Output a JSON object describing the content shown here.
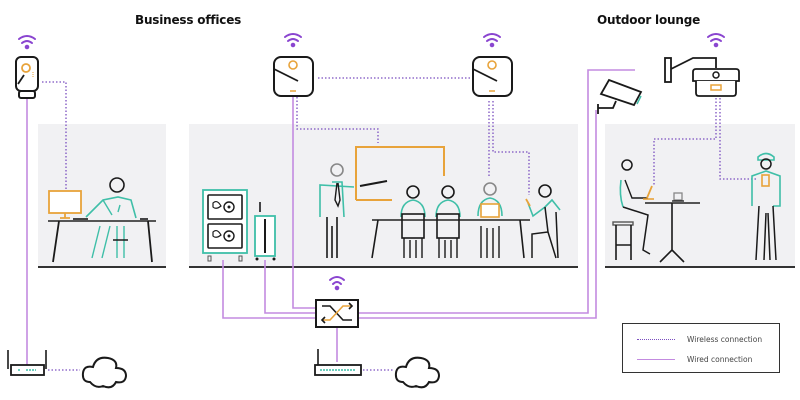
{
  "sections": {
    "business_offices": "Business offices",
    "outdoor_lounge": "Outdoor lounge"
  },
  "legend": {
    "wireless": "Wireless connection",
    "wired": "Wired connection"
  },
  "colors": {
    "wireless": "#7b4fc0",
    "wired": "#c38be0",
    "accent_orange": "#e8a33a",
    "accent_teal": "#3fbfa8",
    "room_bg": "#f1f1f3",
    "outline": "#1a1a1a",
    "wifi": "#8a45d0"
  },
  "devices": [
    {
      "id": "ap-wall",
      "type": "wall-access-point"
    },
    {
      "id": "ap-ceiling-1",
      "type": "ceiling-access-point"
    },
    {
      "id": "ap-ceiling-2",
      "type": "ceiling-access-point"
    },
    {
      "id": "ap-outdoor",
      "type": "outdoor-access-point"
    },
    {
      "id": "camera",
      "type": "security-camera"
    },
    {
      "id": "nas",
      "type": "storage-server"
    },
    {
      "id": "ups",
      "type": "server-unit"
    },
    {
      "id": "switch",
      "type": "network-switch"
    },
    {
      "id": "router-1",
      "type": "router"
    },
    {
      "id": "router-2",
      "type": "router"
    },
    {
      "id": "cloud-1",
      "type": "internet-cloud"
    },
    {
      "id": "cloud-2",
      "type": "internet-cloud"
    }
  ]
}
